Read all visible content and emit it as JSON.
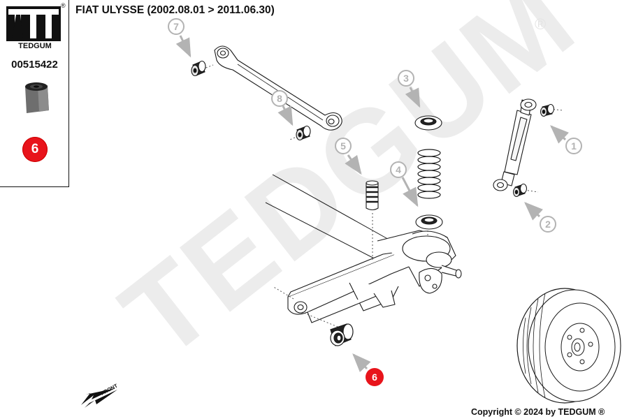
{
  "header": {
    "title": "FIAT ULYSSE (2002.08.01 > 2011.06.30)"
  },
  "brand": {
    "name": "TEDGUM",
    "registered_mark": "®",
    "logo_icon": "tedgum-logo-icon"
  },
  "product": {
    "part_number": "00515422",
    "position_number": "6",
    "thumbnail_icon": "bushing-thumbnail-icon"
  },
  "callouts": [
    {
      "number": "1",
      "style": "grey"
    },
    {
      "number": "2",
      "style": "grey"
    },
    {
      "number": "3",
      "style": "grey"
    },
    {
      "number": "4",
      "style": "grey"
    },
    {
      "number": "5",
      "style": "grey"
    },
    {
      "number": "6",
      "style": "red"
    },
    {
      "number": "7",
      "style": "grey"
    },
    {
      "number": "8",
      "style": "grey"
    }
  ],
  "watermark": {
    "text": "TEDGUM",
    "mark": "®"
  },
  "front_indicator": {
    "label": "FRONT"
  },
  "footer": {
    "copyright": "Copyright © 2024 by TEDGUM ®"
  },
  "colors": {
    "highlight": "#e8141b",
    "callout_grey": "#a8a8a8",
    "watermark": "#ececec",
    "line": "#1a1a1a"
  }
}
